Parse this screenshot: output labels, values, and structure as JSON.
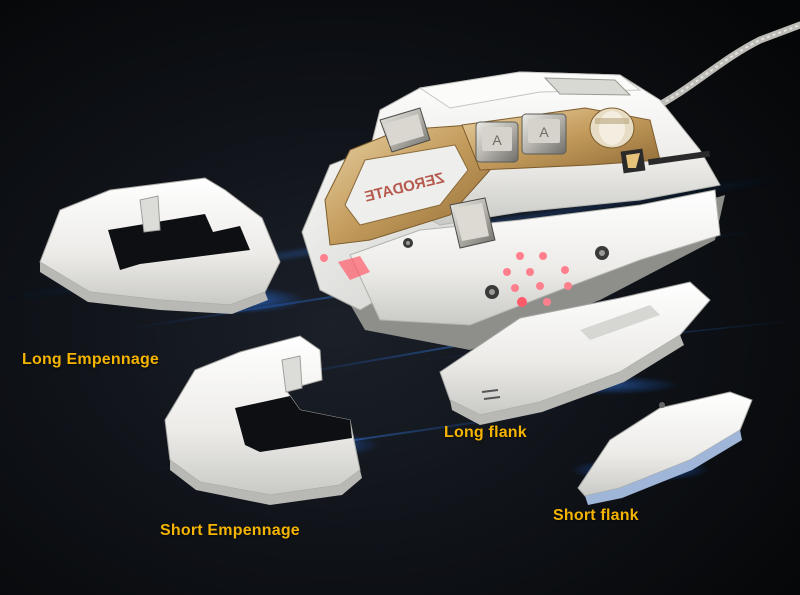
{
  "labels": {
    "long_empennage": "Long Empennage",
    "short_empennage": "Short Empennage",
    "long_flank": "Long flank",
    "short_flank": "Short flank"
  },
  "mouse": {
    "brand_text": "ZERODATE",
    "button_labels": [
      "A",
      "A"
    ]
  },
  "colors": {
    "background": "#0b0d10",
    "label_text": "#f5b400",
    "glow": "#1a6fff",
    "shell_white": "#f2f2f0",
    "gold_trim": "#c9a263",
    "red_light": "#ff5a6a"
  }
}
